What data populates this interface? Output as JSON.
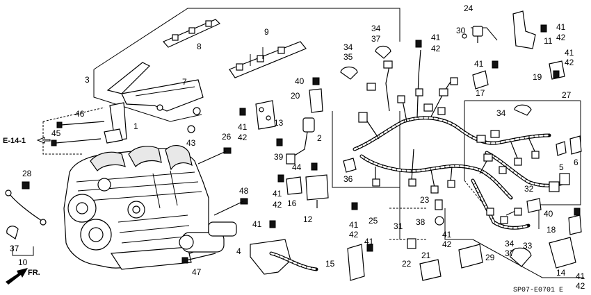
{
  "diagram": {
    "ref_code": "SP07-E0701 E",
    "page_ref": "E-14-1",
    "direction_label": "FR.",
    "callouts": {
      "c1": "1",
      "c2": "2",
      "c3": "3",
      "c4": "4",
      "c5": "5",
      "c6": "6",
      "c7": "7",
      "c8": "8",
      "c9": "9",
      "c10": "10",
      "c11": "11",
      "c12": "12",
      "c13": "13",
      "c14": "14",
      "c15": "15",
      "c16": "16",
      "c17": "17",
      "c18": "18",
      "c19": "19",
      "c20": "20",
      "c21": "21",
      "c22": "22",
      "c23": "23",
      "c24": "24",
      "c25": "25",
      "c26": "26",
      "c27": "27",
      "c28": "28",
      "c29": "29",
      "c30": "30",
      "c31": "31",
      "c32": "32",
      "c33": "33",
      "c34": "34",
      "c35": "35",
      "c36": "36",
      "c37": "37",
      "c38": "38",
      "c39": "39",
      "c40": "40",
      "c41": "41",
      "c42": "42",
      "c43": "43",
      "c44": "44",
      "c45": "45",
      "c46": "46",
      "c47": "47",
      "c48": "48"
    }
  }
}
